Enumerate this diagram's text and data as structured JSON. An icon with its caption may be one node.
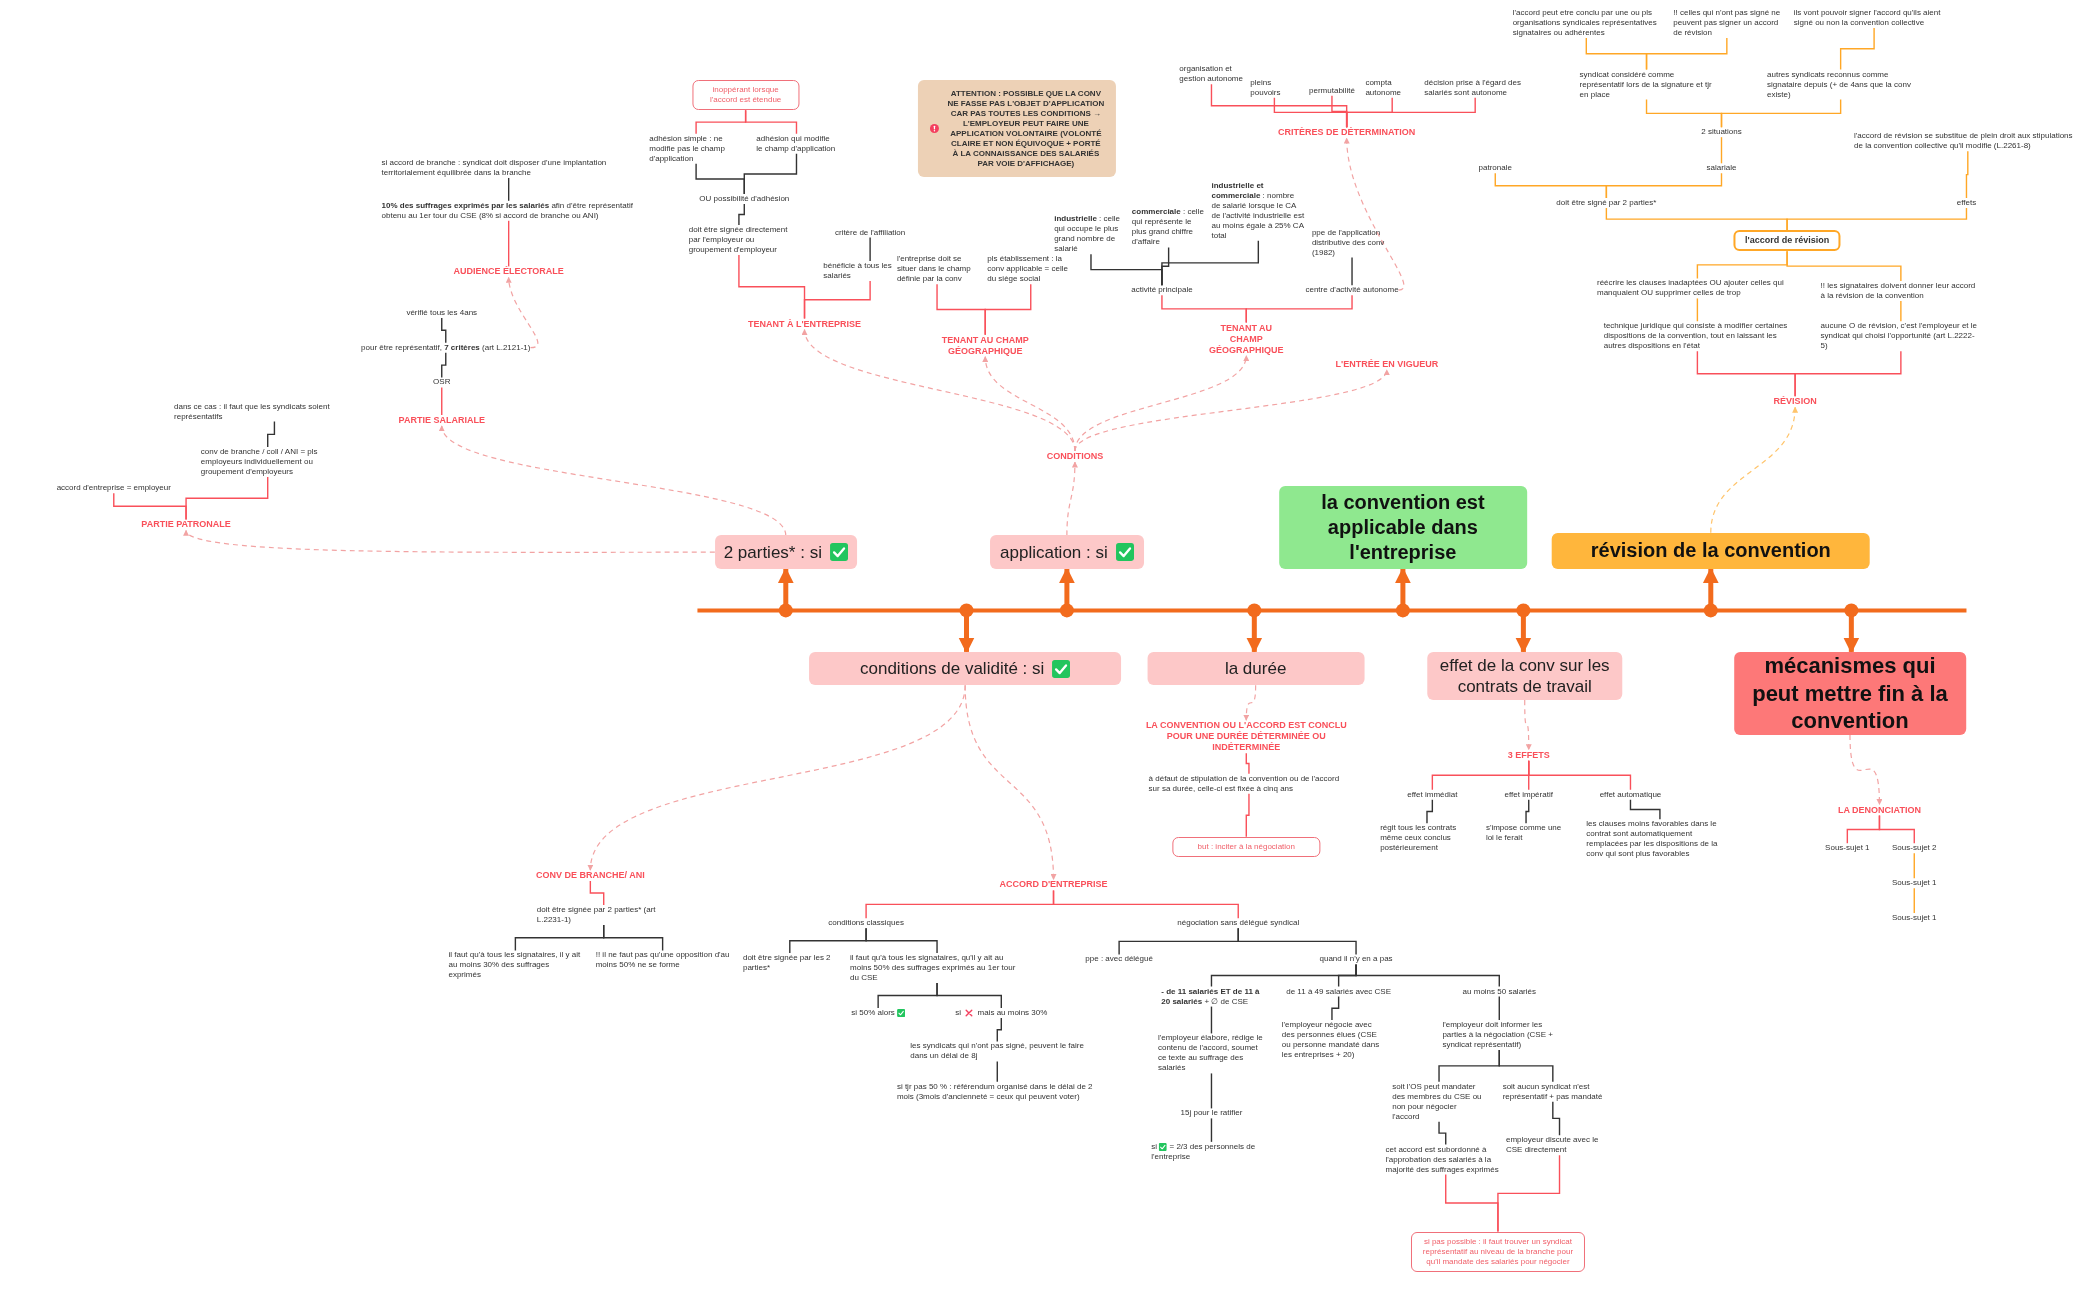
{
  "diagram": {
    "nodes": [
      {
        "text": [
          "2 parties* : si"
        ]
      },
      {
        "text": [
          "application : si"
        ]
      },
      {
        "text": [
          "conditions de validité : si"
        ]
      },
      {
        "text": [
          "la durée"
        ]
      },
      {
        "text": [
          "la convention est applicable dans l'entreprise"
        ]
      },
      {
        "text": [
          "effet de la conv sur les contrats de travail"
        ]
      },
      {
        "text": [
          "révision de la convention"
        ]
      },
      {
        "text": [
          "mécanismes qui peut mettre fin à la convention"
        ]
      },
      {
        "text": [
          "PARTIE PATRONALE"
        ]
      },
      {
        "text": [
          "accord d'entreprise = employeur"
        ]
      },
      {
        "text": [
          "conv de branche / coll / ANI = pls employeurs individuellement ou groupement d'employeurs"
        ]
      },
      {
        "text": [
          "dans ce cas : il faut que les syndicats soient représentatifs"
        ]
      },
      {
        "text": [
          "PARTIE SALARIALE"
        ]
      },
      {
        "text": [
          "OSR"
        ]
      },
      {
        "text": [
          "pour être représentatif, **7 critères** (art L.2121-1)"
        ]
      },
      {
        "text": [
          "vérifié tous les 4ans"
        ]
      },
      {
        "text": [
          "AUDIENCE ÉLECTORALE"
        ]
      },
      {
        "text": [
          "**10% des suffrages exprimés par les salariés** afin d'être représentatif obtenu au 1er tour du CSE (8% si accord de branche ou ANI)"
        ]
      },
      {
        "text": [
          "si accord de branche : syndicat doit disposer d'une implantation territorialement équilibrée dans la branche"
        ]
      },
      {
        "text": [
          "CONDITIONS"
        ]
      },
      {
        "text": [
          "TENANT À L'ENTREPRISE"
        ]
      },
      {
        "text": [
          "doit être signée directement par l'employeur ou groupement d'employeur"
        ]
      },
      {
        "text": [
          "critère de l'affiliation"
        ]
      },
      {
        "text": [
          "bénéficie à tous les salariés"
        ]
      },
      {
        "text": [
          "OU possibilité d'adhésion"
        ]
      },
      {
        "text": [
          "adhésion simple : ne modifie pas le champ d'application"
        ]
      },
      {
        "text": [
          "adhésion qui modifie le champ d'application"
        ]
      },
      {
        "text": [
          "inoppérant lorsque l'accord est étendue"
        ]
      },
      {
        "text": [
          "TENANT AU CHAMP GÉOGRAPHIQUE"
        ]
      },
      {
        "text": [
          "l'entreprise doit se situer dans le champ définie par la conv"
        ]
      },
      {
        "text": [
          "pls établissement : la conv applicable = celle du siège social"
        ]
      },
      {
        "text": [
          "ATTENTION : POSSIBLE QUE LA CONV NE FASSE PAS L'OBJET D'APPLICATION CAR PAS TOUTES LES CONDITIONS → L'EMPLOYEUR PEUT FAIRE UNE APPLICATION VOLONTAIRE (VOLONTÉ CLAIRE ET NON ÉQUIVOQUE + PORTÉ À LA CONNAISSANCE DES SALARIÉS PAR VOIE D'AFFICHAGE)"
        ]
      },
      {
        "text": [
          "TENANT AU CHAMP GÉOGRAPHIQUE"
        ]
      },
      {
        "text": [
          "activité principale"
        ]
      },
      {
        "text": [
          "**industrielle** : celle qui occupe le plus grand nombre de salarié"
        ]
      },
      {
        "text": [
          "**commerciale** : celle qui représente le plus grand chiffre d'affaire"
        ]
      },
      {
        "text": [
          "**industrielle et commerciale** : nombre de salarié lorsque le CA de l'activité industrielle est au moins égale à 25% CA total"
        ]
      },
      {
        "text": [
          "centre d'activité autonome"
        ]
      },
      {
        "text": [
          "ppe de l'application distributive des conv (1982)"
        ]
      },
      {
        "text": [
          "CRITÈRES DE DÉTERMINATION"
        ]
      },
      {
        "text": [
          "organisation et gestion autonome"
        ]
      },
      {
        "text": [
          "pleins pouvoirs"
        ]
      },
      {
        "text": [
          "permutabilité"
        ]
      },
      {
        "text": [
          "compta autonome"
        ]
      },
      {
        "text": [
          "décision prise à l'égard des salariés sont autonome"
        ]
      },
      {
        "text": [
          "L'ENTRÉE EN VIGUEUR"
        ]
      },
      {
        "text": [
          "RÉVISION"
        ]
      },
      {
        "text": [
          "technique juridique qui consiste à modifier certaines dispositions de la convention, tout en laissant les autres dispositions en l'état"
        ]
      },
      {
        "text": [
          "réécrire les clauses inadaptées OU ajouter celles qui manquaient OU supprimer celles de trop"
        ]
      },
      {
        "text": [
          "aucune O de révision, c'est l'employeur et le syndicat qui choisi l'opportunité (art L.2222-5)"
        ]
      },
      {
        "text": [
          "!! les signataires doivent donner leur accord à la révision de la convention"
        ]
      },
      {
        "text": [
          "l'accord de révision"
        ]
      },
      {
        "text": [
          "doit être signé par 2 parties*"
        ]
      },
      {
        "text": [
          "effets"
        ]
      },
      {
        "text": [
          "l'accord de révision se substitue de plein droit aux stipulations de la convention collective qu'il modifie (L.2261-8)"
        ]
      },
      {
        "text": [
          "patronale"
        ]
      },
      {
        "text": [
          "salariale"
        ]
      },
      {
        "text": [
          "2 situations"
        ]
      },
      {
        "text": [
          "syndicat considéré comme représentatif lors de la signature et tjr en place"
        ]
      },
      {
        "text": [
          "autres syndicats reconnus comme signataire depuis (+ de 4ans que la conv existe)"
        ]
      },
      {
        "text": [
          "l'accord peut etre conclu par une ou pls organisations syndicales représentatives signataires ou adhérentes"
        ]
      },
      {
        "text": [
          "!! celles qui n'ont pas signé ne peuvent pas signer un accord de révision"
        ]
      },
      {
        "text": [
          "ils vont pouvoir signer l'accord qu'ils aient signé ou non la convention collective"
        ]
      },
      {
        "text": [
          "LA CONVENTION OU L'ACCORD EST CONCLU POUR UNE DURÉE DÉTERMINÉE OU INDÉTERMINÉE"
        ]
      },
      {
        "text": [
          "à défaut de stipulation de la convention ou de l'accord sur sa durée, celle-ci est fixée à cinq ans"
        ]
      },
      {
        "text": [
          "but : inciter à la négociation"
        ]
      },
      {
        "text": [
          "3 EFFETS"
        ]
      },
      {
        "text": [
          "effet immédiat"
        ]
      },
      {
        "text": [
          "régit tous les contrats même ceux conclus postérieurement"
        ]
      },
      {
        "text": [
          "effet impératif"
        ]
      },
      {
        "text": [
          "s'impose comme une loi le ferait"
        ]
      },
      {
        "text": [
          "effet automatique"
        ]
      },
      {
        "text": [
          "les clauses moins favorables dans le contrat sont automatiquement remplacées par les dispositions de la conv qui sont plus favorables"
        ]
      },
      {
        "text": [
          "LA DENONCIATION"
        ]
      },
      {
        "text": [
          "Sous-sujet 1"
        ]
      },
      {
        "text": [
          "Sous-sujet 2"
        ]
      },
      {
        "text": [
          "Sous-sujet 1"
        ]
      },
      {
        "text": [
          "Sous-sujet 1"
        ]
      },
      {
        "text": [
          "CONV DE BRANCHE/ ANI"
        ]
      },
      {
        "text": [
          "doit être signée par 2 parties* (art L.2231-1)"
        ]
      },
      {
        "text": [
          "il faut qu'à tous les signataires, il y ait au moins 30% des suffrages exprimés"
        ]
      },
      {
        "text": [
          "!! il ne faut pas qu'une opposition d'au moins 50% ne se forme"
        ]
      },
      {
        "text": [
          "ACCORD D'ENTREPRISE"
        ]
      },
      {
        "text": [
          "conditions classiques"
        ]
      },
      {
        "text": [
          "doit être signée par les 2 parties*"
        ]
      },
      {
        "text": [
          "il faut qu'à tous les signataires, qu'il y ait au moins 50% des suffrages exprimés au 1er tour du CSE"
        ]
      },
      {
        "text": [
          "si 50% alors"
        ]
      },
      {
        "text": [
          "si",
          "mais au moins 30%"
        ]
      },
      {
        "text": [
          "les syndicats qui n'ont pas signé, peuvent le faire dans un délai de 8j"
        ]
      },
      {
        "text": [
          "si tjr pas 50 % : référendum organisé dans le délai de 2 mois (3mois d'ancienneté = ceux qui peuvent voter)"
        ]
      },
      {
        "text": [
          "négociation sans délégué syndical"
        ]
      },
      {
        "text": [
          "ppe : avec délégué"
        ]
      },
      {
        "text": [
          "quand il n'y en a pas"
        ]
      },
      {
        "text": [
          "**- de 11 salariés ET de 11 à 20 salariés** + ∅ de CSE"
        ]
      },
      {
        "text": [
          "l'employeur élabore, rédige le contenu de l'accord, soumet ce texte au suffrage des salariés"
        ]
      },
      {
        "text": [
          "15j pour le ratifier"
        ]
      },
      {
        "text": [
          "si",
          "= 2/3 des personnels de l'entreprise"
        ]
      },
      {
        "text": [
          "de 11 à 49 salariés avec CSE"
        ]
      },
      {
        "text": [
          "l'employeur négocie avec des personnes élues (CSE ou personne mandaté dans les entreprises + 20)"
        ]
      },
      {
        "text": [
          "au moins 50 salariés"
        ]
      },
      {
        "text": [
          "l'employeur doit informer les parties à la négociation (CSE + syndicat représentatif)"
        ]
      },
      {
        "text": [
          "soit l'OS peut mandater des membres du CSE ou non pour négocier l'accord"
        ]
      },
      {
        "text": [
          "cet accord est subordonné à l'approbation des salariés à la majorité des suffrages exprimés"
        ]
      },
      {
        "text": [
          "soit aucun syndicat n'est représentatif + pas mandaté"
        ]
      },
      {
        "text": [
          "employeur discute avec le CSE directement"
        ]
      },
      {
        "text": [
          "si pas possible : il faut trouver un syndicat représentatif au niveau de la branche pour qu'il mandate des salariés pour négocier"
        ]
      }
    ],
    "edges": [
      {
        "from": null,
        "to": 0,
        "arrow": "to",
        "style": "thick",
        "color": "#f26b1d"
      },
      {
        "from": null,
        "to": 2,
        "arrow": "to",
        "style": "thick",
        "color": "#f26b1d"
      },
      {
        "from": null,
        "to": 1,
        "arrow": "to",
        "style": "thick",
        "color": "#f26b1d"
      },
      {
        "from": null,
        "to": 3,
        "arrow": "to",
        "style": "thick",
        "color": "#f26b1d"
      },
      {
        "from": null,
        "to": 4,
        "arrow": "to",
        "style": "thick",
        "color": "#f26b1d"
      },
      {
        "from": null,
        "to": 5,
        "arrow": "to",
        "style": "thick",
        "color": "#f26b1d"
      },
      {
        "from": null,
        "to": 6,
        "arrow": "to",
        "style": "thick",
        "color": "#f26b1d"
      },
      {
        "from": null,
        "to": 7,
        "arrow": "to",
        "style": "thick",
        "color": "#f26b1d"
      },
      {
        "from": 0,
        "to": 8,
        "arrow": "to",
        "style": "dashed",
        "color": "#f2a3a3"
      },
      {
        "from": 0,
        "to": 12,
        "arrow": "to",
        "style": "dashed",
        "color": "#f2a3a3"
      },
      {
        "from": 8,
        "to": 9,
        "arrow": "none",
        "color": "#f9505a"
      },
      {
        "from": 8,
        "to": 10,
        "arrow": "none",
        "color": "#f9505a"
      },
      {
        "from": 10,
        "to": 11,
        "arrow": "none"
      },
      {
        "from": 12,
        "to": 13,
        "arrow": "none",
        "color": "#f9505a"
      },
      {
        "from": 13,
        "to": 14,
        "arrow": "none"
      },
      {
        "from": 14,
        "to": 15,
        "arrow": "none"
      },
      {
        "from": 14,
        "to": 16,
        "arrow": "to",
        "style": "dashed",
        "color": "#f2a3a3"
      },
      {
        "from": 16,
        "to": 17,
        "arrow": "none",
        "color": "#f9505a"
      },
      {
        "from": 17,
        "to": 18,
        "arrow": "none"
      },
      {
        "from": 1,
        "to": 19,
        "arrow": "to",
        "style": "dashed",
        "color": "#f2a3a3"
      },
      {
        "from": 19,
        "to": 20,
        "arrow": "to",
        "style": "dashed",
        "color": "#f2a3a3"
      },
      {
        "from": 19,
        "to": 28,
        "arrow": "to",
        "style": "dashed",
        "color": "#f2a3a3"
      },
      {
        "from": 19,
        "to": 32,
        "arrow": "to",
        "style": "dashed",
        "color": "#f2a3a3"
      },
      {
        "from": 19,
        "to": 45,
        "arrow": "to",
        "style": "dashed",
        "color": "#f2a3a3"
      },
      {
        "from": 20,
        "to": 21,
        "arrow": "none",
        "color": "#f9505a"
      },
      {
        "from": 20,
        "to": 23,
        "arrow": "none",
        "color": "#f9505a"
      },
      {
        "from": 23,
        "to": 22,
        "arrow": "none"
      },
      {
        "from": 21,
        "to": 24,
        "arrow": "none"
      },
      {
        "from": 24,
        "to": 25,
        "arrow": "none"
      },
      {
        "from": 24,
        "to": 26,
        "arrow": "none"
      },
      {
        "from": 27,
        "to": 25,
        "arrow": "none",
        "color": "#f9505a"
      },
      {
        "from": 27,
        "to": 26,
        "arrow": "none",
        "color": "#f9505a"
      },
      {
        "from": 28,
        "to": 29,
        "arrow": "none",
        "color": "#f9505a"
      },
      {
        "from": 28,
        "to": 30,
        "arrow": "none",
        "color": "#f9505a"
      },
      {
        "from": 32,
        "to": 33,
        "arrow": "none",
        "color": "#f9505a"
      },
      {
        "from": 32,
        "to": 37,
        "arrow": "none",
        "color": "#f9505a"
      },
      {
        "from": 33,
        "to": 34,
        "arrow": "none"
      },
      {
        "from": 33,
        "to": 35,
        "arrow": "none"
      },
      {
        "from": 33,
        "to": 36,
        "arrow": "none"
      },
      {
        "from": 37,
        "to": 38,
        "arrow": "none"
      },
      {
        "from": 37,
        "to": 39,
        "arrow": "to",
        "style": "dashed",
        "color": "#f2a3a3"
      },
      {
        "from": 39,
        "to": 40,
        "arrow": "none",
        "color": "#f9505a"
      },
      {
        "from": 39,
        "to": 41,
        "arrow": "none",
        "color": "#f9505a"
      },
      {
        "from": 39,
        "to": 42,
        "arrow": "none",
        "color": "#f9505a"
      },
      {
        "from": 39,
        "to": 43,
        "arrow": "none",
        "color": "#f9505a"
      },
      {
        "from": 39,
        "to": 44,
        "arrow": "none",
        "color": "#f9505a"
      },
      {
        "from": 6,
        "to": 46,
        "arrow": "to",
        "style": "dashed",
        "color": "#ffc46b"
      },
      {
        "from": 46,
        "to": 47,
        "arrow": "none",
        "color": "#f9505a"
      },
      {
        "from": 46,
        "to": 49,
        "arrow": "none",
        "color": "#f9505a"
      },
      {
        "from": 47,
        "to": 48,
        "arrow": "none",
        "color": "#ffa726"
      },
      {
        "from": 49,
        "to": 50,
        "arrow": "none",
        "color": "#ffa726"
      },
      {
        "from": 51,
        "to": 48,
        "arrow": "none",
        "color": "#ffa726"
      },
      {
        "from": 51,
        "to": 50,
        "arrow": "none",
        "color": "#ffa726"
      },
      {
        "from": 51,
        "to": 52,
        "arrow": "none",
        "color": "#ffa726"
      },
      {
        "from": 51,
        "to": 53,
        "arrow": "none",
        "color": "#ffa726"
      },
      {
        "from": 53,
        "to": 54,
        "arrow": "none",
        "color": "#ffa726"
      },
      {
        "from": 52,
        "to": 55,
        "arrow": "none",
        "color": "#ffa726"
      },
      {
        "from": 52,
        "to": 56,
        "arrow": "none",
        "color": "#ffa726"
      },
      {
        "from": 56,
        "to": 57,
        "arrow": "none",
        "color": "#ffa726"
      },
      {
        "from": 57,
        "to": 58,
        "arrow": "none",
        "color": "#ffa726"
      },
      {
        "from": 57,
        "to": 59,
        "arrow": "none",
        "color": "#ffa726"
      },
      {
        "from": 58,
        "to": 60,
        "arrow": "none",
        "color": "#ffa726"
      },
      {
        "from": 58,
        "to": 61,
        "arrow": "none",
        "color": "#ffa726"
      },
      {
        "from": 59,
        "to": 62,
        "arrow": "none",
        "color": "#ffa726"
      },
      {
        "from": 3,
        "to": 63,
        "arrow": "to",
        "style": "dashed",
        "color": "#f2a3a3"
      },
      {
        "from": 63,
        "to": 64,
        "arrow": "none",
        "color": "#f9505a"
      },
      {
        "from": 64,
        "to": 65,
        "arrow": "none",
        "color": "#f9505a"
      },
      {
        "from": 5,
        "to": 66,
        "arrow": "to",
        "style": "dashed",
        "color": "#f2a3a3"
      },
      {
        "from": 66,
        "to": 67,
        "arrow": "none",
        "color": "#f9505a"
      },
      {
        "from": 66,
        "to": 69,
        "arrow": "none",
        "color": "#f9505a"
      },
      {
        "from": 66,
        "to": 71,
        "arrow": "none",
        "color": "#f9505a"
      },
      {
        "from": 67,
        "to": 68,
        "arrow": "none"
      },
      {
        "from": 69,
        "to": 70,
        "arrow": "none"
      },
      {
        "from": 71,
        "to": 72,
        "arrow": "none"
      },
      {
        "from": 7,
        "to": 73,
        "arrow": "to",
        "style": "dashed",
        "color": "#f2a3a3"
      },
      {
        "from": 73,
        "to": 74,
        "arrow": "none",
        "color": "#f9505a"
      },
      {
        "from": 73,
        "to": 75,
        "arrow": "none",
        "color": "#f9505a"
      },
      {
        "from": 75,
        "to": 76,
        "arrow": "none",
        "color": "#ffa726"
      },
      {
        "from": 76,
        "to": 77,
        "arrow": "none",
        "color": "#ffa726"
      },
      {
        "from": 2,
        "to": 78,
        "arrow": "to",
        "style": "dashed",
        "color": "#f2a3a3"
      },
      {
        "from": 2,
        "to": 82,
        "arrow": "to",
        "style": "dashed",
        "color": "#f2a3a3"
      },
      {
        "from": 78,
        "to": 79,
        "arrow": "none",
        "color": "#f9505a"
      },
      {
        "from": 79,
        "to": 80,
        "arrow": "none"
      },
      {
        "from": 79,
        "to": 81,
        "arrow": "none"
      },
      {
        "from": 82,
        "to": 83,
        "arrow": "none",
        "color": "#f9505a"
      },
      {
        "from": 82,
        "to": 90,
        "arrow": "none",
        "color": "#f9505a"
      },
      {
        "from": 83,
        "to": 84,
        "arrow": "none"
      },
      {
        "from": 83,
        "to": 85,
        "arrow": "none"
      },
      {
        "from": 85,
        "to": 86,
        "arrow": "none"
      },
      {
        "from": 85,
        "to": 87,
        "arrow": "none"
      },
      {
        "from": 87,
        "to": 88,
        "arrow": "none"
      },
      {
        "from": 88,
        "to": 89,
        "arrow": "none"
      },
      {
        "from": 90,
        "to": 91,
        "arrow": "none"
      },
      {
        "from": 90,
        "to": 92,
        "arrow": "none"
      },
      {
        "from": 92,
        "to": 93,
        "arrow": "none"
      },
      {
        "from": 92,
        "to": 97,
        "arrow": "none"
      },
      {
        "from": 92,
        "to": 99,
        "arrow": "none"
      },
      {
        "from": 93,
        "to": 94,
        "arrow": "none"
      },
      {
        "from": 94,
        "to": 95,
        "arrow": "none"
      },
      {
        "from": 95,
        "to": 96,
        "arrow": "none"
      },
      {
        "from": 97,
        "to": 98,
        "arrow": "none"
      },
      {
        "from": 99,
        "to": 100,
        "arrow": "none"
      },
      {
        "from": 100,
        "to": 101,
        "arrow": "none"
      },
      {
        "from": 100,
        "to": 103,
        "arrow": "none"
      },
      {
        "from": 101,
        "to": 102,
        "arrow": "none"
      },
      {
        "from": 103,
        "to": 104,
        "arrow": "none"
      },
      {
        "from": 102,
        "to": 105,
        "arrow": "none",
        "color": "#f9505a"
      },
      {
        "from": 104,
        "to": 105,
        "arrow": "none",
        "color": "#f9505a"
      }
    ]
  }
}
